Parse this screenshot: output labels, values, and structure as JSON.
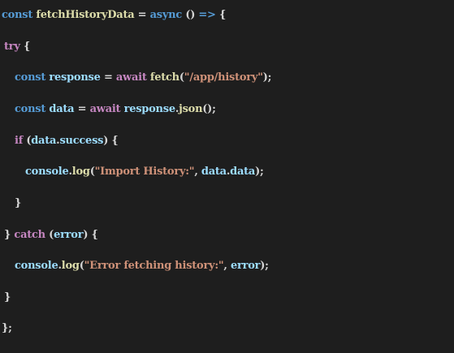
{
  "code": {
    "line1": {
      "kw_const": "const",
      "fn_name": "fetchHistoryData",
      "op_assign": "=",
      "kw_async": "async",
      "parens": "()",
      "arrow": "=>",
      "brace_open": "{"
    },
    "line2": {
      "kw_try": "try",
      "brace_open": "{"
    },
    "line3": {
      "kw_const": "const",
      "var_response": "response",
      "op_assign": "=",
      "kw_await": "await",
      "fn_fetch": "fetch",
      "paren_open": "(",
      "str_url": "\"/app/history\"",
      "paren_close_semi": ");"
    },
    "line4": {
      "kw_const": "const",
      "var_data": "data",
      "op_assign": "=",
      "kw_await": "await",
      "obj_response": "response",
      "dot": ".",
      "fn_json": "json",
      "call_end": "();"
    },
    "line5": {
      "kw_if": "if",
      "paren_open": "(",
      "obj_data": "data",
      "dot": ".",
      "prop_success": "success",
      "paren_close": ")",
      "brace_open": "{"
    },
    "line6": {
      "obj_console": "console",
      "dot": ".",
      "fn_log": "log",
      "paren_open": "(",
      "str_msg": "\"Import History:\"",
      "comma": ",",
      "obj_data": "data",
      "dot2": ".",
      "prop_data": "data",
      "paren_close_semi": ");"
    },
    "line7": {
      "brace_close": "}"
    },
    "line8": {
      "brace_close": "}",
      "kw_catch": "catch",
      "paren_open": "(",
      "var_error": "error",
      "paren_close": ")",
      "brace_open": "{"
    },
    "line9": {
      "obj_console": "console",
      "dot": ".",
      "fn_log": "log",
      "paren_open": "(",
      "str_msg": "\"Error fetching history:\"",
      "comma": ",",
      "var_error": "error",
      "paren_close_semi": ");"
    },
    "line10": {
      "brace_close": "}"
    },
    "line11": {
      "brace_close_semi": "};"
    }
  },
  "colors": {
    "background": "#1e1e1e",
    "keyword": "#569cd6",
    "control": "#c586c0",
    "function": "#dcdcaa",
    "variable": "#9cdcfe",
    "string": "#ce9178",
    "punctuation": "#d4d4d4"
  }
}
